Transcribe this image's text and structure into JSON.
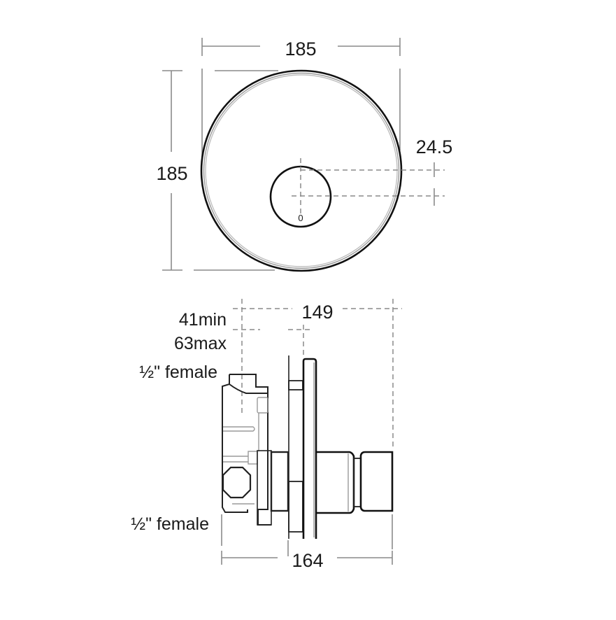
{
  "drawing": {
    "subject": "Concealed shower valve with round faceplate - dimensional drawing",
    "front_view": {
      "width_label": "185",
      "height_label": "185",
      "offset_label": "24.5",
      "knob_marker": "0"
    },
    "side_view": {
      "depth_label": "149",
      "wall_depth_min": "41min",
      "wall_depth_max": "63max",
      "top_connection": "½\" female",
      "bottom_connection": "½\" female",
      "overall_depth_label": "164"
    },
    "colors": {
      "outline": "#111111",
      "dimension_line": "#8a8a8a",
      "background": "#ffffff"
    }
  }
}
